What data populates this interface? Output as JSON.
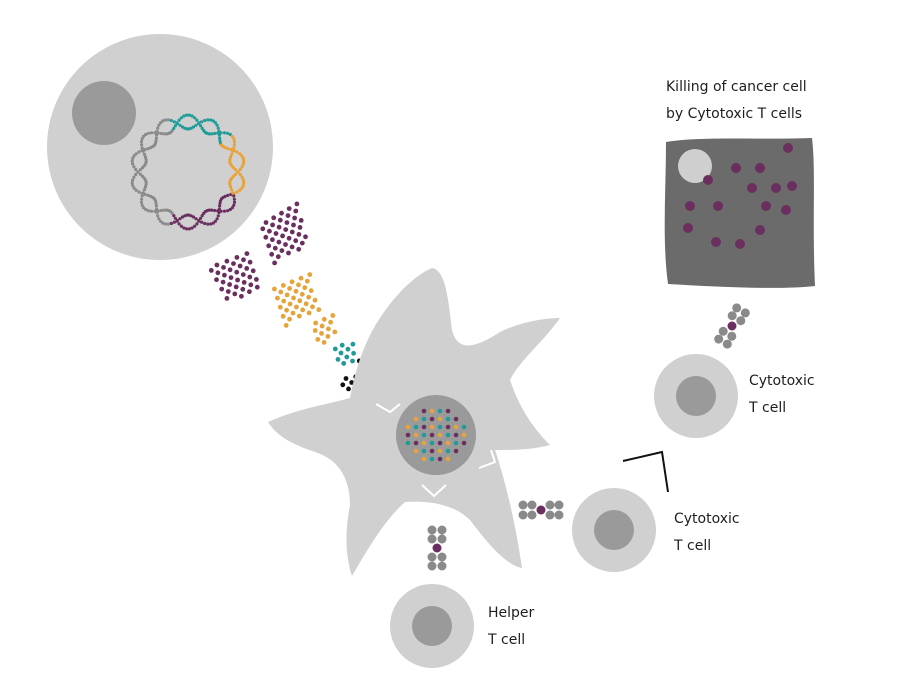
{
  "labels": {
    "killing_line1": "Killing of cancer cell",
    "killing_line2": "by Cytotoxic T cells",
    "cytotoxic_upper_line1": "Cytotoxic",
    "cytotoxic_upper_line2": "T cell",
    "cytotoxic_lower_line1": "Cytotoxic",
    "cytotoxic_lower_line2": "T cell",
    "helper_line1": "Helper",
    "helper_line2": "T cell"
  },
  "colors": {
    "cell_light": "#d0d0d0",
    "nucleus": "#9a9a9a",
    "cancer_cell": "#6b6b6b",
    "cancer_nucleus": "#cfcfcf",
    "purple": "#6a2f5e",
    "orange": "#e6a33a",
    "teal": "#1f9b98",
    "black": "#111111",
    "grey_dot": "#8a8a8a"
  }
}
